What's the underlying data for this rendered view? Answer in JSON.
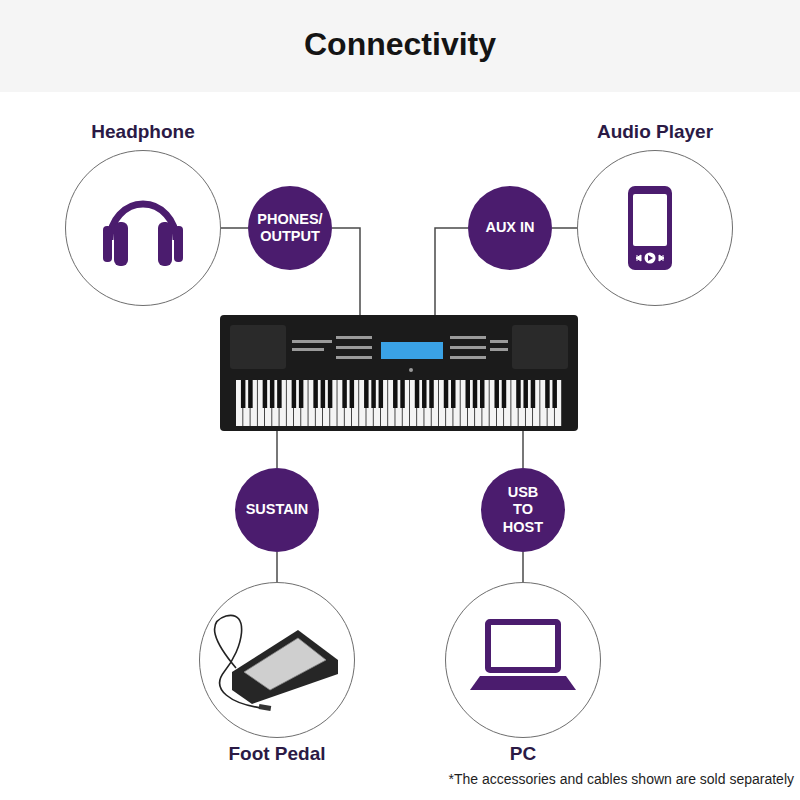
{
  "diagram": {
    "title": "Connectivity",
    "nodes": [
      {
        "text": [
          "Headphone"
        ]
      },
      {
        "text": [
          "PHONES/ OUTPUT"
        ]
      },
      {
        "text": [
          "AUX IN"
        ]
      },
      {
        "text": [
          "Audio Player"
        ]
      },
      {
        "text": [
          "SUSTAIN"
        ]
      },
      {
        "text": [
          "USB TO HOST"
        ]
      },
      {
        "text": [
          "Foot Pedal"
        ]
      },
      {
        "text": [
          "PC"
        ]
      }
    ],
    "edges": [
      {
        "from": 0,
        "to": 1,
        "arrow": "none"
      },
      {
        "from": 2,
        "to": 3,
        "arrow": "none"
      },
      {
        "from": 4,
        "to": 6,
        "arrow": "none"
      },
      {
        "from": 5,
        "to": 7,
        "arrow": "none"
      }
    ],
    "labels": [
      "*The accessories and cables shown are sold separately"
    ]
  }
}
